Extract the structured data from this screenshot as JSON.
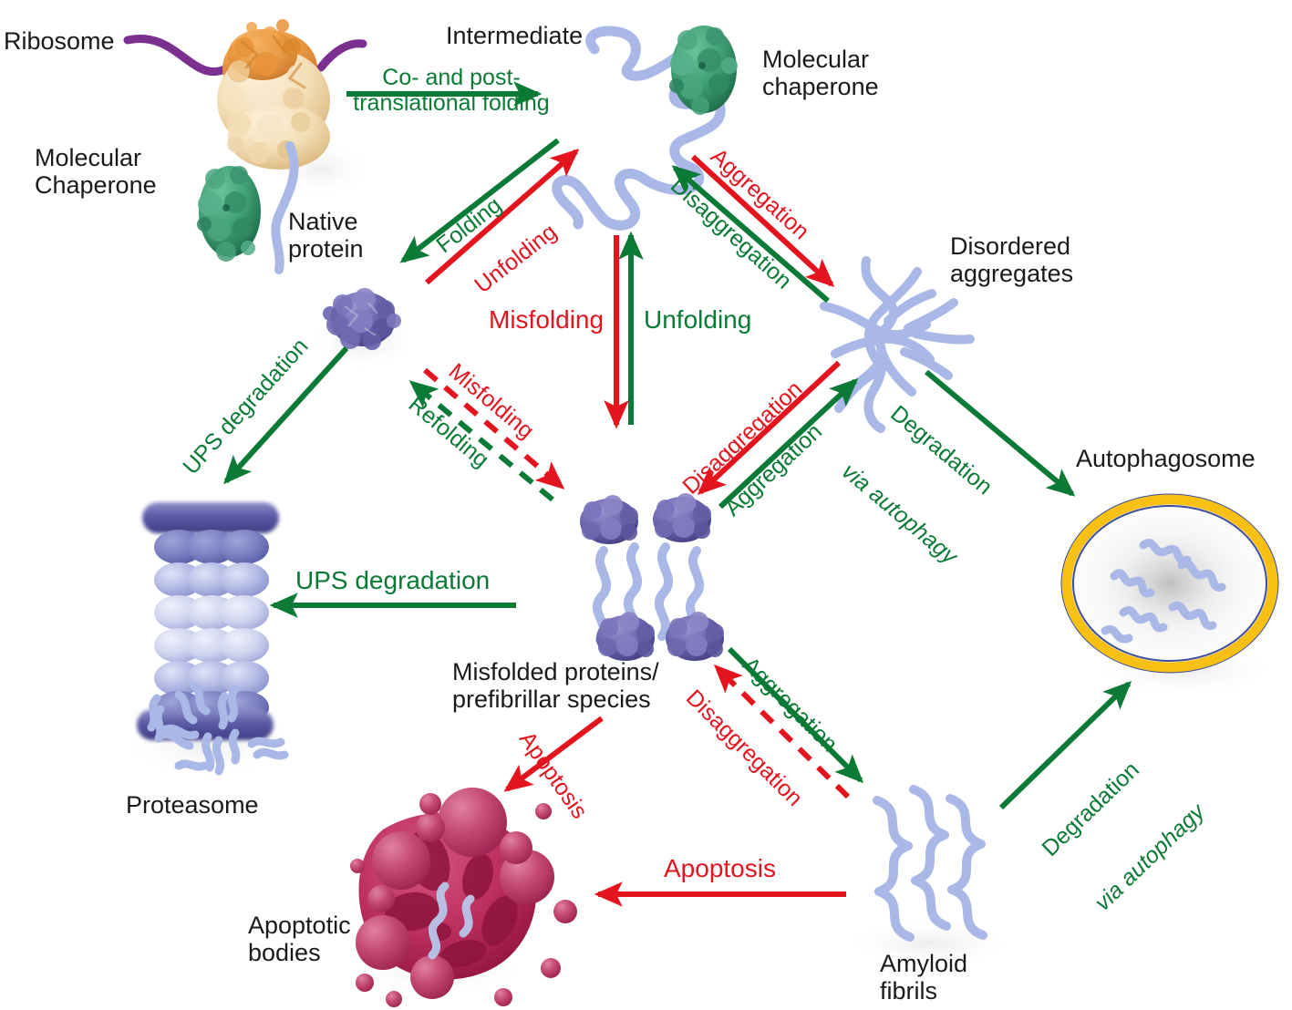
{
  "diagram": {
    "title": "Protein homeostasis / proteostasis network",
    "colors": {
      "green": "#0b7a36",
      "red": "#e4141f",
      "text": "#1a1a1a",
      "chain_blue": "#a9b8e6",
      "protein_purple": "#6a64ae",
      "chaperone_green": "#3f9e74",
      "ribosome_tan": "#f2dfb9",
      "ribosome_orange": "#e8943a",
      "mrna_purple": "#7b2f8e",
      "autophagosome_ring": "#f7c013",
      "autophagosome_outline": "#3b4d9e",
      "apoptotic_magenta": "#b5275a"
    }
  },
  "nodes": [
    {
      "id": "ribosome",
      "label": "Ribosome"
    },
    {
      "id": "molecular-chaperone-left",
      "label": "Molecular\nChaperone"
    },
    {
      "id": "intermediate",
      "label": "Intermediate"
    },
    {
      "id": "molecular-chaperone-right",
      "label": "Molecular\nchaperone"
    },
    {
      "id": "native-protein",
      "label": "Native\nprotein"
    },
    {
      "id": "disordered-aggregates",
      "label": "Disordered\naggregates"
    },
    {
      "id": "autophagosome",
      "label": "Autophagosome"
    },
    {
      "id": "proteasome",
      "label": "Proteasome"
    },
    {
      "id": "misfolded-proteins",
      "label": "Misfolded proteins/\nprefibrillar species"
    },
    {
      "id": "apoptotic-bodies",
      "label": "Apoptotic\nbodies"
    },
    {
      "id": "amyloid-fibrils",
      "label": "Amyloid\nfibrils"
    }
  ],
  "arrows": [
    {
      "id": "co-post-translational-folding",
      "label": "Co- and post-\ntranslational folding",
      "color": "green",
      "style": "solid",
      "from": "ribosome",
      "to": "intermediate"
    },
    {
      "id": "folding",
      "label": "Folding",
      "color": "green",
      "style": "solid",
      "from": "intermediate",
      "to": "native-protein"
    },
    {
      "id": "unfolding-diag",
      "label": "Unfolding",
      "color": "red",
      "style": "solid",
      "from": "native-protein",
      "to": "intermediate"
    },
    {
      "id": "aggregation-top",
      "label": "Aggregation",
      "color": "red",
      "style": "solid",
      "from": "intermediate",
      "to": "disordered-aggregates"
    },
    {
      "id": "disaggregation-top",
      "label": "Disaggregation",
      "color": "green",
      "style": "solid",
      "from": "disordered-aggregates",
      "to": "intermediate"
    },
    {
      "id": "misfolding-center",
      "label": "Misfolding",
      "color": "red",
      "style": "solid",
      "from": "intermediate",
      "to": "misfolded-proteins"
    },
    {
      "id": "unfolding-center",
      "label": "Unfolding",
      "color": "green",
      "style": "solid",
      "from": "misfolded-proteins",
      "to": "intermediate"
    },
    {
      "id": "misfolding-dashed",
      "label": "Misfolding",
      "color": "red",
      "style": "dashed",
      "from": "native-protein",
      "to": "misfolded-proteins"
    },
    {
      "id": "refolding-dashed",
      "label": "Refolding",
      "color": "green",
      "style": "dashed",
      "from": "misfolded-proteins",
      "to": "native-protein"
    },
    {
      "id": "disaggregation-mid",
      "label": "Disaggregation",
      "color": "red",
      "style": "solid",
      "from": "disordered-aggregates",
      "to": "misfolded-proteins"
    },
    {
      "id": "aggregation-mid",
      "label": "Aggregation",
      "color": "green",
      "style": "solid",
      "from": "misfolded-proteins",
      "to": "disordered-aggregates"
    },
    {
      "id": "ups-degradation-diagonal",
      "label": "UPS degradation",
      "color": "green",
      "style": "solid",
      "from": "native-protein",
      "to": "proteasome"
    },
    {
      "id": "ups-degradation-horizontal",
      "label": "UPS degradation",
      "color": "green",
      "style": "solid",
      "from": "misfolded-proteins",
      "to": "proteasome"
    },
    {
      "id": "degradation-via-autophagy-top",
      "label": "Degradation\nvia autophagy",
      "label_line1": "Degradation",
      "label_line2": "via autophagy",
      "color": "green",
      "style": "solid",
      "from": "disordered-aggregates",
      "to": "autophagosome"
    },
    {
      "id": "degradation-via-autophagy-bottom",
      "label": "Degradation\nvia autophagy",
      "label_line1": "Degradation",
      "label_line2": "via autophagy",
      "color": "green",
      "style": "solid",
      "from": "amyloid-fibrils",
      "to": "autophagosome"
    },
    {
      "id": "aggregation-bottom",
      "label": "Aggregation",
      "color": "green",
      "style": "solid",
      "from": "misfolded-proteins",
      "to": "amyloid-fibrils"
    },
    {
      "id": "disaggregation-bottom",
      "label": "Disaggregation",
      "color": "red",
      "style": "dashed",
      "from": "amyloid-fibrils",
      "to": "misfolded-proteins"
    },
    {
      "id": "apoptosis-diagonal",
      "label": "Apoptosis",
      "color": "red",
      "style": "solid",
      "from": "misfolded-proteins",
      "to": "apoptotic-bodies"
    },
    {
      "id": "apoptosis-horizontal",
      "label": "Apoptosis",
      "color": "red",
      "style": "solid",
      "from": "amyloid-fibrils",
      "to": "apoptotic-bodies"
    }
  ]
}
